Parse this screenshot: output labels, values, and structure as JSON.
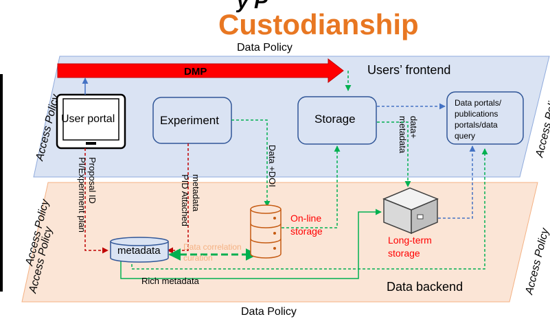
{
  "title": {
    "partial_top": "y  P",
    "main": "Custodianship"
  },
  "labels": {
    "data_policy_top": "Data Policy",
    "data_policy_bottom": "Data Policy",
    "access_policy_top_left": "Access Policy",
    "access_policy_top_right": "Access Policy",
    "access_policy_bottom_left1": "Access Policy",
    "access_policy_bottom_left2": "Access Policy",
    "access_policy_bottom_right": "Access Policy",
    "users_frontend": "Users’ frontend",
    "data_backend": "Data backend",
    "dmp": "DMP"
  },
  "nodes": {
    "user_portal": "User portal",
    "experiment": "Experiment",
    "storage": "Storage",
    "data_portals": [
      "Data portals/",
      "publications",
      "portals/data",
      "query"
    ],
    "metadata": "metadata",
    "online_storage": [
      "On-line",
      "storage"
    ],
    "longterm_storage": [
      "Long-term",
      "storage"
    ]
  },
  "edge_labels": {
    "proposal": [
      "Proposal ID",
      "PI/Experiment plan"
    ],
    "metadata_pid": [
      "metadata",
      "PID Attached"
    ],
    "data_doi": "Data +DOI",
    "data_metadata": [
      "data+",
      "metadata"
    ],
    "data_correlation": [
      "Data correlation",
      "curation"
    ],
    "rich_metadata": "Rich metadata"
  },
  "colors": {
    "frontend_fill": "#dae3f3",
    "backend_fill": "#fbe5d6",
    "title_orange": "#e87722",
    "dmp_red": "#ff0000",
    "red_dashed": "#c00000",
    "green": "#00b050",
    "blue_dashed": "#4472c4",
    "online_red": "#ff0000",
    "curation_text": "#f4b183"
  },
  "icons": [
    "tablet-icon",
    "database-icon",
    "archive-box-icon"
  ]
}
